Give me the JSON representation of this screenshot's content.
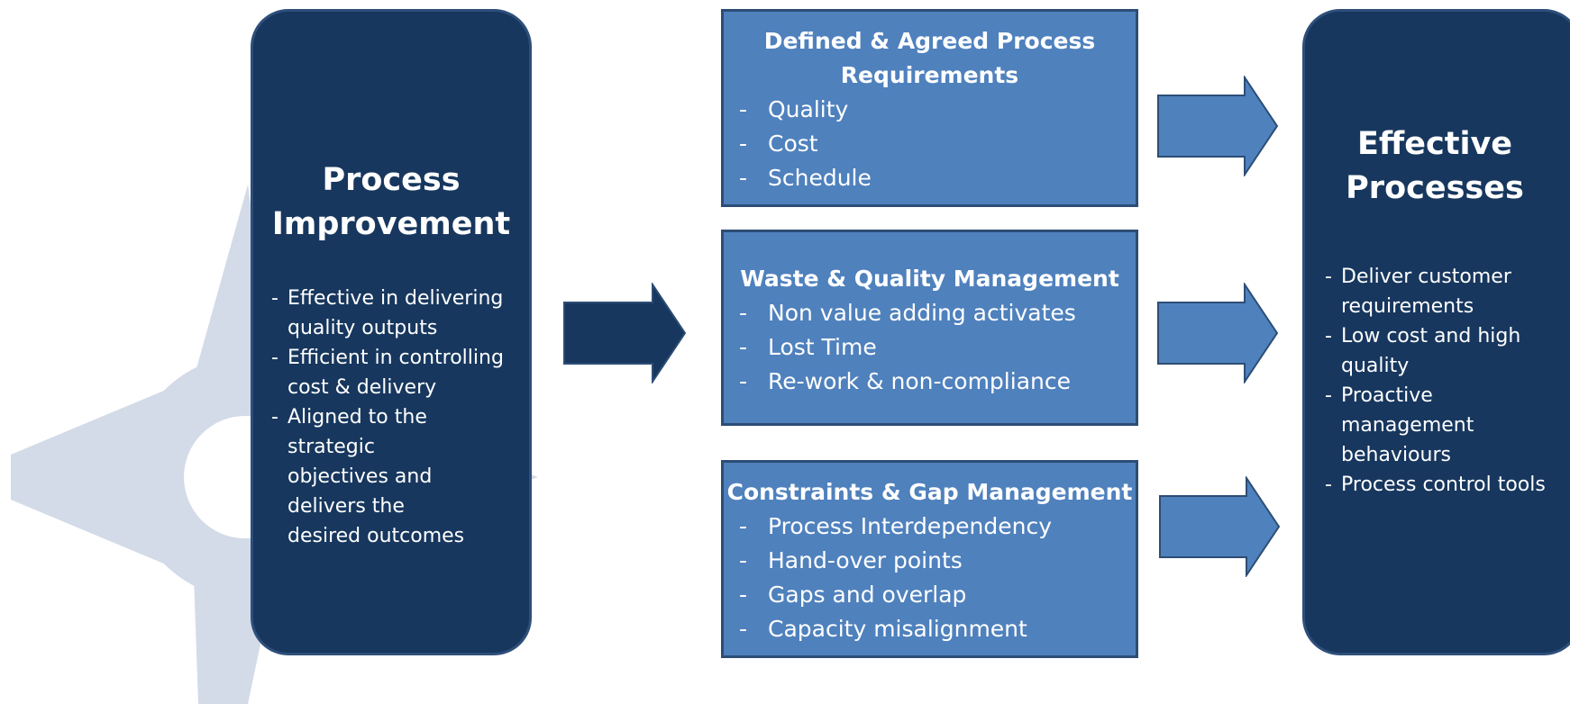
{
  "left_pillar": {
    "title": "Process Improvement",
    "items": [
      "Effective in delivering quality outputs",
      "Efficient in controlling cost & delivery",
      "Aligned to the strategic objectives and delivers the desired outcomes"
    ]
  },
  "boxes": [
    {
      "title": "Defined & Agreed Process Requirements",
      "items": [
        "Quality",
        "Cost",
        "Schedule"
      ]
    },
    {
      "title": "Waste & Quality Management",
      "items": [
        "Non value adding activates",
        "Lost Time",
        "Re-work & non-compliance"
      ]
    },
    {
      "title": "Constraints & Gap Management",
      "items": [
        "Process Interdependency",
        "Hand-over points",
        "Gaps and overlap",
        "Capacity misalignment"
      ]
    }
  ],
  "right_pillar": {
    "title": "Effective Processes",
    "items": [
      "Deliver customer requirements",
      "Low cost and high quality",
      "Proactive management behaviours",
      "Process control tools"
    ]
  },
  "colors": {
    "dark_navy": "#17375e",
    "medium_blue": "#4f81bd",
    "compass_grey": "#d3dbe8",
    "text": "#ffffff"
  }
}
